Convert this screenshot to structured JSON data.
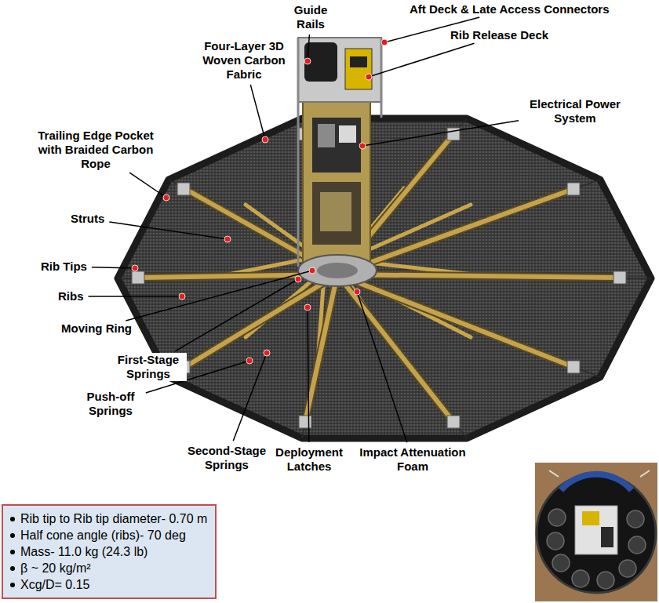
{
  "diagram": {
    "nodes": [
      {
        "text": [
          "Rib tip to Rib tip diameter- 0.70 m",
          "Half cone angle (ribs)- 70 deg",
          "Mass- 11.0 kg (24.3 lb)",
          "β ~ 20 kg/m²",
          "Xcg/D= 0.15"
        ]
      }
    ],
    "labels": [
      "Guide Rails",
      "Aft Deck & Late Access Connectors",
      "Four-Layer 3D Woven Carbon Fabric",
      "Rib Release Deck",
      "Electrical Power System",
      "Trailing Edge Pocket with Braided Carbon Rope",
      "Struts",
      "Rib Tips",
      "Ribs",
      "Moving Ring",
      "First-Stage Springs",
      "Push-off Springs",
      "Second-Stage Springs",
      "Deployment Latches",
      "Impact Attenuation Foam"
    ]
  }
}
